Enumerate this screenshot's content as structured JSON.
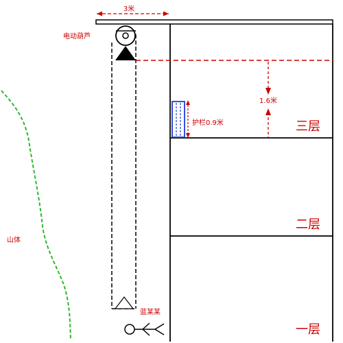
{
  "labels": {
    "top_width": "3米",
    "hoist": "电动葫芦",
    "height": "1.6米",
    "guardrail": "护栏0.9米",
    "floor3": "三层",
    "floor2": "二层",
    "floor1": "一层",
    "mountain": "山体",
    "person": "蓝某某"
  },
  "colors": {
    "dimension": "#cc0000",
    "mountain": "#2db82d",
    "guardrail": "#1c3fd6",
    "structure": "#000000"
  }
}
